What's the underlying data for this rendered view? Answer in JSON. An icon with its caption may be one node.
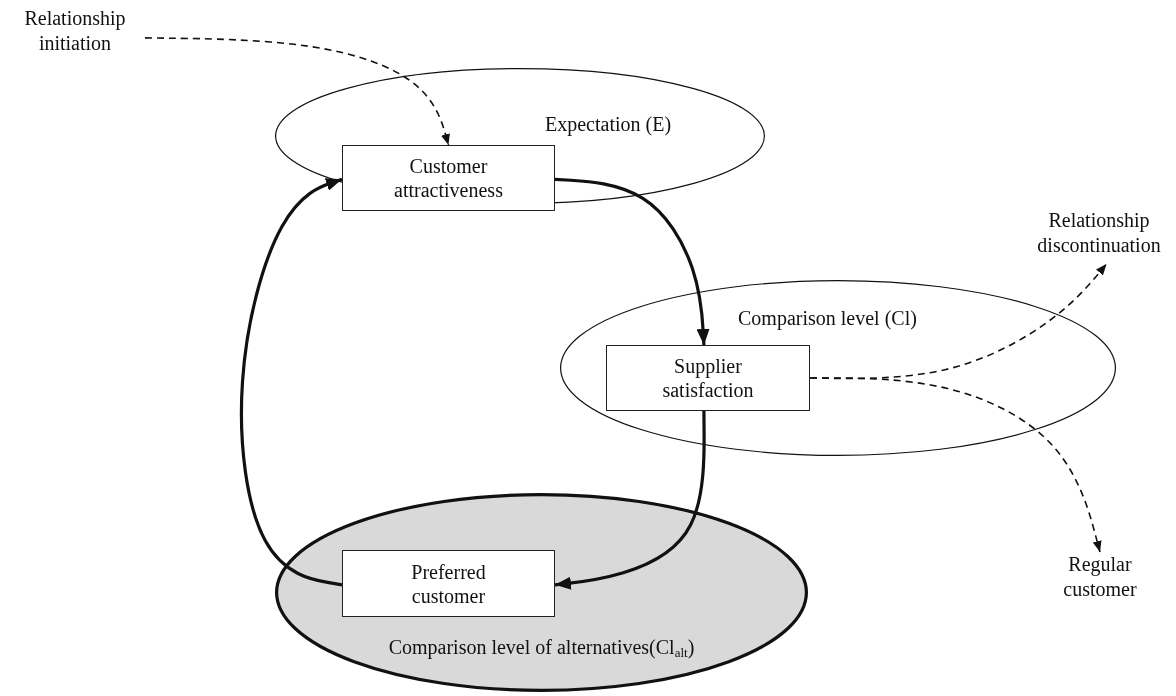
{
  "diagram": {
    "nodes": [
      {
        "text": [
          "Expectation (E)"
        ]
      },
      {
        "text": [
          "Customer attractiveness"
        ],
        "in": 0
      },
      {
        "text": [
          "Comparison level (Cl)"
        ]
      },
      {
        "text": [
          "Supplier satisfaction"
        ],
        "in": 2
      },
      {
        "text": [
          "Comparison level of alternatives(Cl$_{alt}$)"
        ]
      },
      {
        "text": [
          "Preferred customer"
        ],
        "in": 4
      },
      {
        "text": [
          "Relationship initiation"
        ]
      },
      {
        "text": [
          "Relationship discontinuation"
        ]
      },
      {
        "text": [
          "Regular customer"
        ]
      }
    ],
    "edges": [
      {
        "from": 6,
        "to": 1,
        "arrow": "to",
        "style": "dashed"
      },
      {
        "from": 1,
        "to": 3,
        "arrow": "to"
      },
      {
        "from": 3,
        "to": 5,
        "arrow": "to"
      },
      {
        "from": 5,
        "to": 1,
        "arrow": "to"
      },
      {
        "from": 3,
        "to": 7,
        "arrow": "to",
        "style": "dashed"
      },
      {
        "from": 3,
        "to": 8,
        "arrow": "to",
        "style": "dashed"
      }
    ]
  }
}
